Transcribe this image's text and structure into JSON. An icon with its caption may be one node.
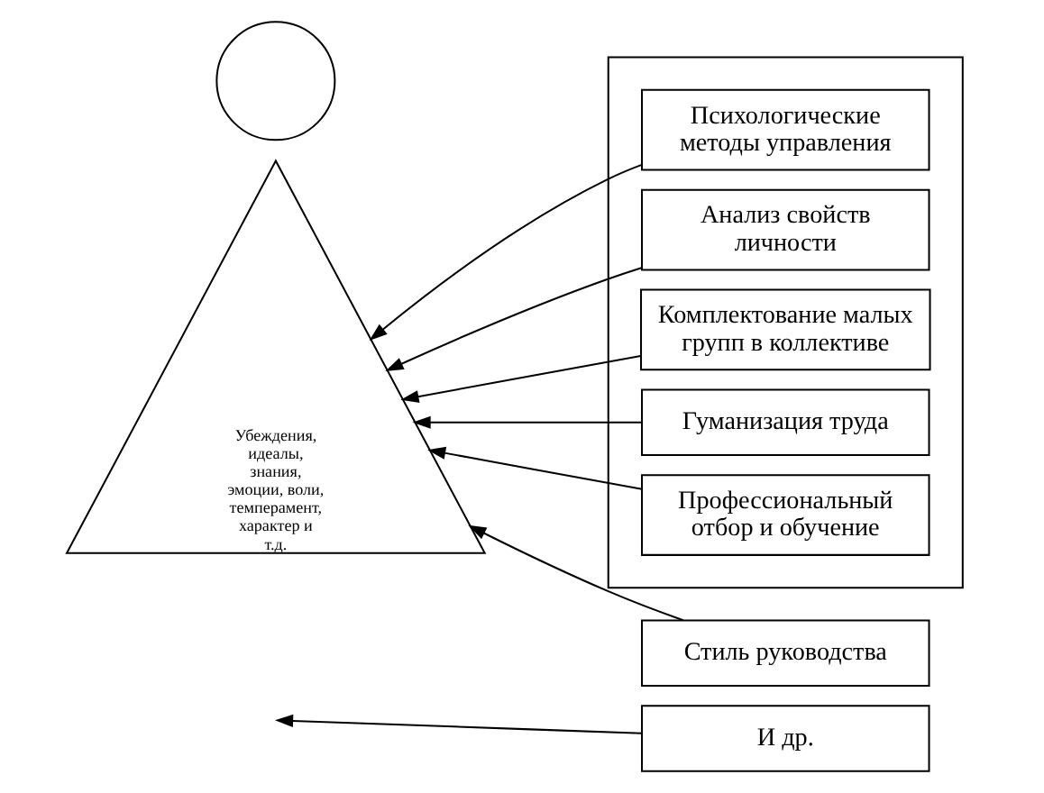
{
  "diagram": {
    "nodes": [
      {
        "text": [],
        "shape": "circle"
      },
      {
        "text": [
          "Убеждения, идеалы, знания, эмоции, воли, темперамент, характер и т.д."
        ]
      },
      {
        "text": [],
        "shape": "box"
      },
      {
        "text": [
          "Психологические методы управления"
        ],
        "in": 2
      },
      {
        "text": [
          "Анализ свойств личности"
        ],
        "in": 2
      },
      {
        "text": [
          "Комплектование малых групп в коллективе"
        ],
        "in": 2
      },
      {
        "text": [
          "Гуманизация труда"
        ],
        "in": 2
      },
      {
        "text": [
          "Профессиональный отбор и обучение"
        ],
        "in": 2
      },
      {
        "text": [
          "Стиль руководства"
        ]
      },
      {
        "text": [
          "И др."
        ]
      }
    ],
    "edges": [
      {
        "from": 3,
        "to": 1,
        "arrow": "to"
      },
      {
        "from": 4,
        "to": 1,
        "arrow": "to"
      },
      {
        "from": 5,
        "to": 1,
        "arrow": "to"
      },
      {
        "from": 6,
        "to": 1,
        "arrow": "to"
      },
      {
        "from": 7,
        "to": 1,
        "arrow": "to"
      },
      {
        "from": 8,
        "to": 1,
        "arrow": "to"
      },
      {
        "from": 9,
        "to": null,
        "arrow": "to"
      }
    ]
  }
}
